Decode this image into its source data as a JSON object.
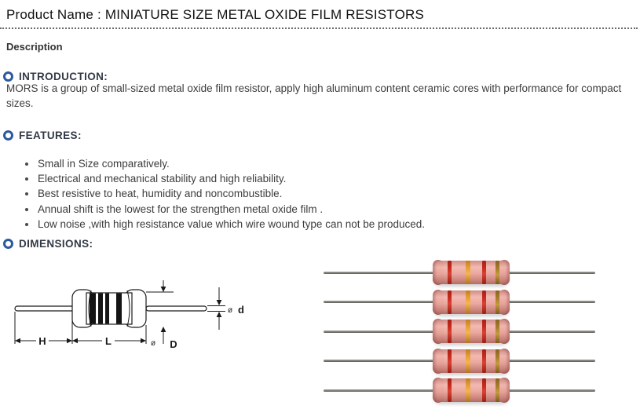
{
  "page": {
    "title": "Product Name : MINIATURE SIZE METAL OXIDE FILM RESISTORS",
    "description_label": "Description"
  },
  "sections": {
    "introduction": {
      "heading": "INTRODUCTION:",
      "body": "MORS is a group of small-sized metal oxide film resistor, apply high aluminum content ceramic cores with performance for compact sizes."
    },
    "features": {
      "heading": "FEATURES:",
      "items": [
        "Small in Size comparatively.",
        "Electrical and mechanical stability and high reliability.",
        "Best resistive to heat, humidity and noncombustible.",
        "Annual shift is the lowest for the strengthen metal oxide film .",
        "Low noise ,with high resistance value which wire wound type can not be produced."
      ]
    },
    "dimensions": {
      "heading": "DIMENSIONS:",
      "diagram_labels": {
        "lead_length": "H",
        "body_length": "L",
        "body_diameter": "D",
        "lead_diameter": "d",
        "diameter_symbol": "ø",
        "diameter_symbol2": "ø"
      },
      "photo": {
        "resistor_count": 5,
        "band_colors": [
          "red",
          "orange",
          "red",
          "gold"
        ]
      }
    }
  },
  "colors": {
    "accent_ring": "#2b5a9b",
    "heading_text": "#323a46",
    "body_text": "#3c3c3c",
    "title_text": "#111111",
    "divider": "#6b6b6b",
    "diagram_line": "#1a1a1a",
    "resistor_body_pink": "#e8a59d",
    "band_red": "#c62a1d",
    "band_orange": "#e69f35",
    "band_gold": "#a97f2c",
    "lead_gray": "#82807a"
  }
}
